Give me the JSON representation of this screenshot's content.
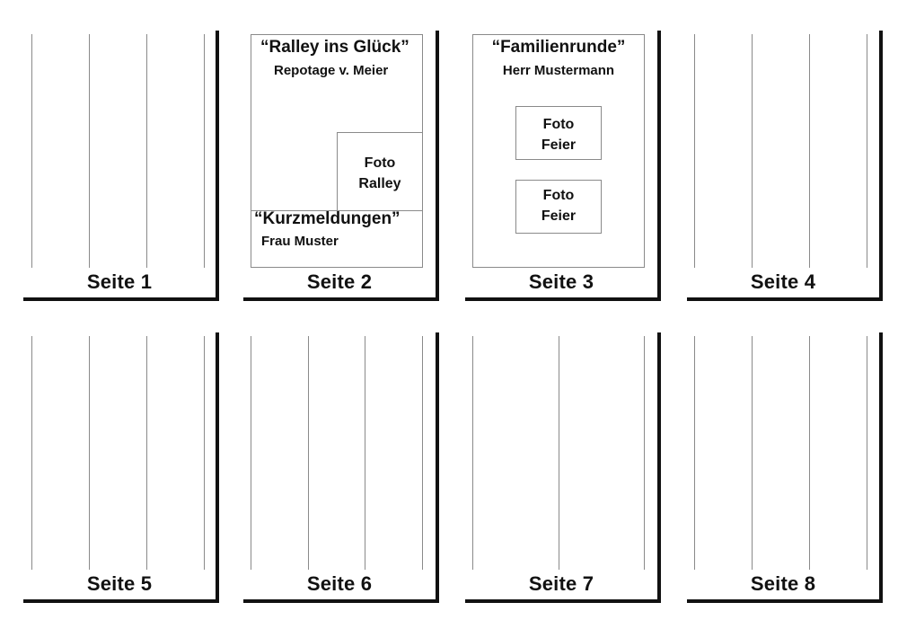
{
  "pages": [
    {
      "label": "Seite 1"
    },
    {
      "label": "Seite 2",
      "article1": {
        "title": "“Ralley ins Glück”",
        "author": "Repotage v. Meier"
      },
      "photo": {
        "line1": "Foto",
        "line2": "Ralley"
      },
      "article2": {
        "title": "“Kurzmeldungen”",
        "author": "Frau Muster"
      }
    },
    {
      "label": "Seite 3",
      "article": {
        "title": "“Familienrunde”",
        "author": "Herr Mustermann"
      },
      "photo1": {
        "line1": "Foto",
        "line2": "Feier"
      },
      "photo2": {
        "line1": "Foto",
        "line2": "Feier"
      }
    },
    {
      "label": "Seite 4"
    },
    {
      "label": "Seite 5"
    },
    {
      "label": "Seite 6"
    },
    {
      "label": "Seite 7"
    },
    {
      "label": "Seite 8"
    }
  ]
}
